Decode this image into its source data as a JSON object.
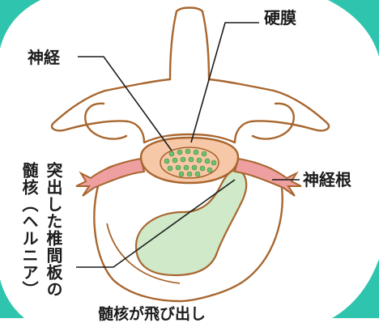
{
  "labels": {
    "dura": "硬膜",
    "nerve": "神経",
    "nerve_root": "神経根",
    "herniated_disc": "突出した椎間板の",
    "nucleus_hernia": "髄核（ヘルニア）",
    "nucleus_protrudes": "髄核が飛び出し"
  },
  "colors": {
    "frame_teal": "#2ec4ad",
    "bone_outline": "#a8662f",
    "disc_fill": "#cfe9c9",
    "nerve_fill": "#f6c8a8",
    "nerve_root_fill": "#ee9fa0",
    "dots": "#6fbf6c",
    "line": "#1c1c1c"
  }
}
